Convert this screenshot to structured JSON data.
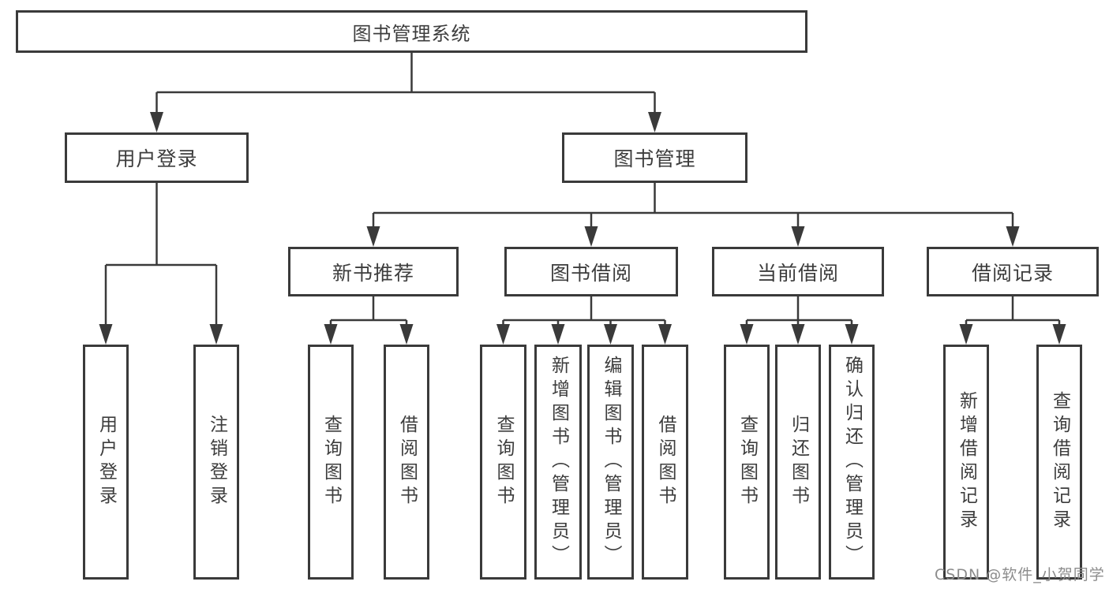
{
  "diagram": {
    "type": "hierarchy",
    "title": "图书管理系统",
    "watermark": "CSDN @软件_小贺同学",
    "colors": {
      "line": "#3a3a3a",
      "text": "#3d3d3d",
      "watermark": "#8c8c8c",
      "background": "#ffffff"
    },
    "tree": {
      "label": "图书管理系统",
      "children": [
        {
          "label": "用户登录",
          "children": [
            {
              "label": "用户登录"
            },
            {
              "label": "注销登录"
            }
          ]
        },
        {
          "label": "图书管理",
          "children": [
            {
              "label": "新书推荐",
              "children": [
                {
                  "label": "查询图书"
                },
                {
                  "label": "借阅图书"
                }
              ]
            },
            {
              "label": "图书借阅",
              "children": [
                {
                  "label": "查询图书"
                },
                {
                  "label": "新增图书（管理员）"
                },
                {
                  "label": "编辑图书（管理员）"
                },
                {
                  "label": "借阅图书"
                }
              ]
            },
            {
              "label": "当前借阅",
              "children": [
                {
                  "label": "查询图书"
                },
                {
                  "label": "归还图书"
                },
                {
                  "label": "确认归还（管理员）"
                }
              ]
            },
            {
              "label": "借阅记录",
              "children": [
                {
                  "label": "新增借阅记录"
                },
                {
                  "label": "查询借阅记录"
                }
              ]
            }
          ]
        }
      ]
    }
  }
}
